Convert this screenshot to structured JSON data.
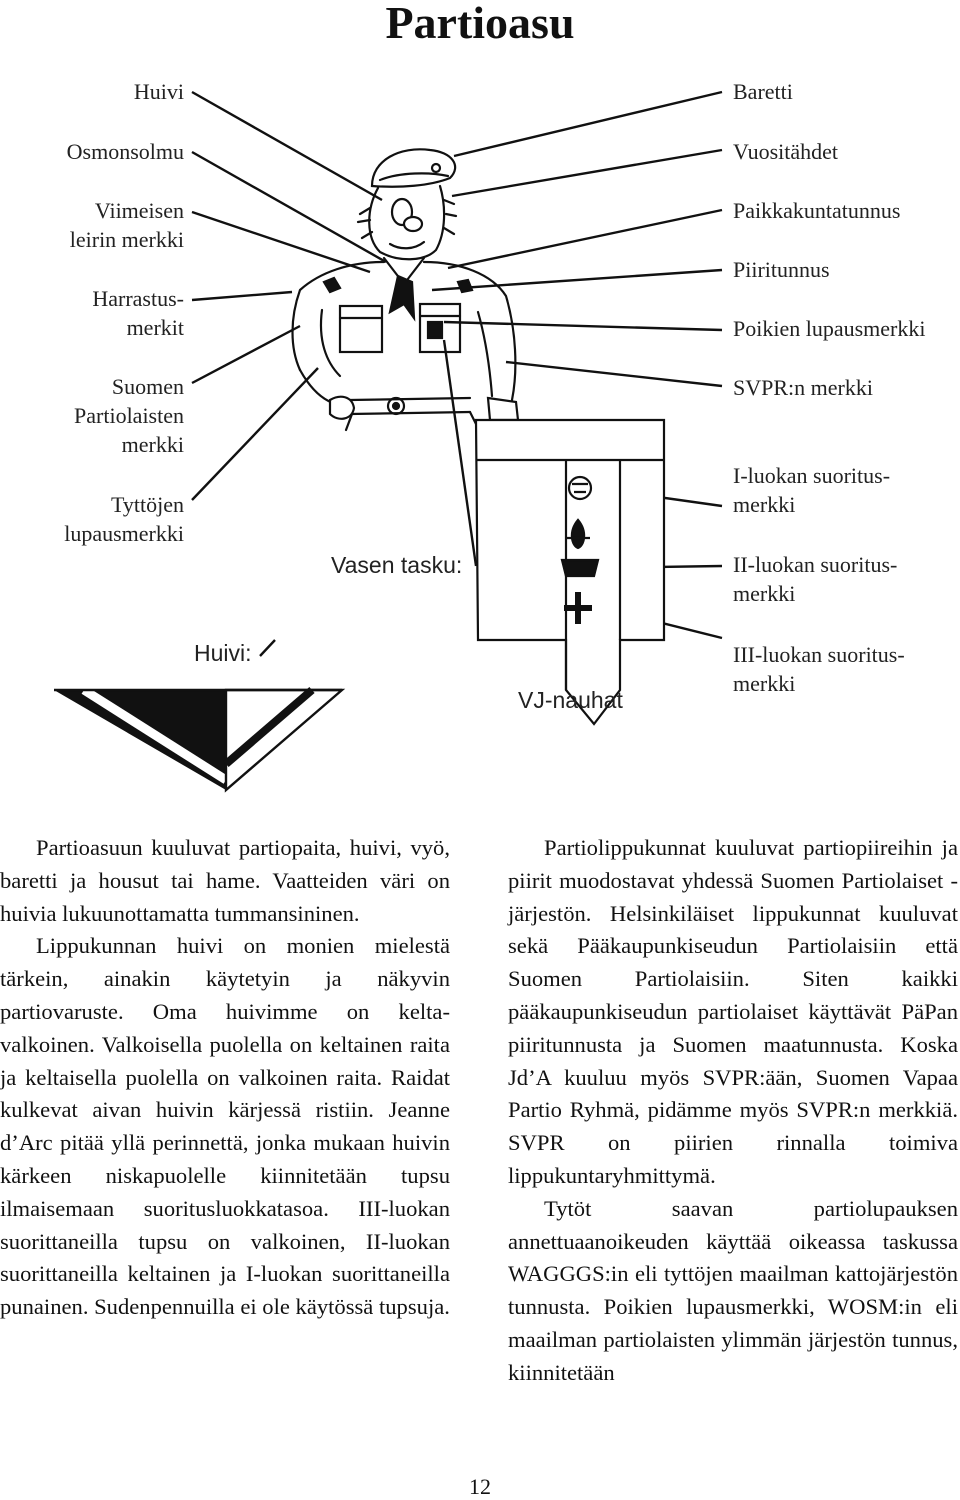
{
  "title": "Partioasu",
  "labels_left": {
    "huivi": "Huivi",
    "osmonsolmu": "Osmonsolmu",
    "viimeisen_line1": "Viimeisen",
    "viimeisen_line2": "leirin merkki",
    "harrastus_line1": "Harrastus-",
    "harrastus_line2": "merkit",
    "suomen_line1": "Suomen",
    "suomen_line2": "Partiolaisten",
    "suomen_line3": "merkki",
    "tyttojen_line1": "Tyttöjen",
    "tyttojen_line2": "lupausmerkki"
  },
  "labels_right": {
    "baretti": "Baretti",
    "vuositahdet": "Vuositähdet",
    "paikkakuntatunnus": "Paikkakuntatunnus",
    "piiritunnus": "Piiritunnus",
    "poikien": "Poikien lupausmerkki",
    "svpr": "SVPR:n merkki",
    "i_line1": "I-luokan suoritus-",
    "i_line2": "merkki",
    "ii_line1": "II-luokan suoritus-",
    "ii_line2": "merkki",
    "iii_line1": "III-luokan suoritus-",
    "iii_line2": "merkki"
  },
  "labels_center": {
    "vasen_tasku": "Vasen tasku:",
    "huivi_colon": "Huivi:",
    "vj_nauhat": "VJ-nauhat"
  },
  "body_left": {
    "p1": "Partioasuun kuuluvat partiopaita, huivi, vyö, baretti ja housut tai hame. Vaatteiden väri on huivia lukuunottamatta tummansininen.",
    "p2": "Lippukunnan huivi on monien mielestä tärkein, ainakin käytetyin ja näkyvin partiovaruste. Oma huivimme on kelta-valkoinen. Valkoisella puolella on keltainen raita ja keltaisella puolella on valkoinen raita. Raidat kulkevat aivan huivin kärjessä ristiin. Jeanne d’Arc pitää yllä perinnettä, jonka mukaan huivin kärkeen niskapuolelle kiinnitetään tupsu ilmaisemaan suoritusluokkatasoa. III-luokan suorittaneilla tupsu on valkoinen, II-luokan suorittaneilla keltainen ja I-luokan suorittaneilla punainen. Sudenpennuilla ei ole käytössä tupsuja."
  },
  "body_right": {
    "p1": "Partiolippukunnat kuuluvat partiopiireihin ja piirit muodostavat yhdessä Suomen Partiolaiset -järjestön. Helsinkiläiset lippukunnat kuuluvat sekä Pääkaupunkiseudun Partiolaisiin että Suomen Partiolaisiin. Siten kaikki pääkaupunkiseudun partiolaiset käyttävät PäPan piiritunnusta ja Suomen maatunnusta. Koska Jd’A kuuluu myös SVPR:ään, Suomen Vapaa Partio Ryhmä, pidämme myös SVPR:n merkkiä. SVPR on piirien rinnalla toimiva lippukuntaryhmittymä.",
    "p2": "Tytöt saavan partiolupauksen annettuaanoikeuden käyttää oikeassa taskussa WAGGGS:in eli tyttöjen maailman kattojärjestön tunnusta. Poikien lupausmerkki, WOSM:in eli maailman partiolaisten ylimmän järjestön tunnus, kiinnitetään"
  },
  "page_number": "12"
}
